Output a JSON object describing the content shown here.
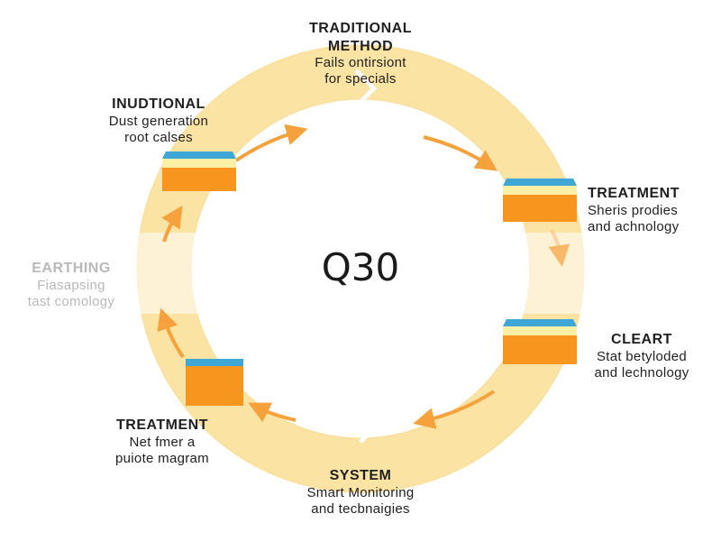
{
  "center_label": "Q30",
  "colors": {
    "ring": "#fbe3a3",
    "ring_edge": "#f5c96b",
    "arrow": "#f5a23c",
    "box_orange": "#f7961e",
    "box_top_blue": "#3ea7d6",
    "box_top_cream": "#fbf0a6",
    "faded_text": "#b9b9b9"
  },
  "nodes": [
    {
      "id": "traditional-method",
      "title": "TRADITIONAL\nMETHOD",
      "desc": "Fails ontirsiont\nfor specials"
    },
    {
      "id": "treatment-right",
      "title": "TREATMENT",
      "desc": "Sheris prodies\nand achnology"
    },
    {
      "id": "cleart",
      "title": "CLEART",
      "desc": "Stat betyloded\nand lechnology"
    },
    {
      "id": "system",
      "title": "SYSTEM",
      "desc": "Smart Monitoring\nand tecbnaigies"
    },
    {
      "id": "treatment-left",
      "title": "TREATMENT",
      "desc": "Net fmer a\npuiote magram"
    },
    {
      "id": "earthing",
      "title": "EARTHING",
      "desc": "Fiasapsing\ntast comology"
    },
    {
      "id": "inudtional",
      "title": "INUDTIONAL",
      "desc": "Dust generation\nroot calses"
    }
  ]
}
